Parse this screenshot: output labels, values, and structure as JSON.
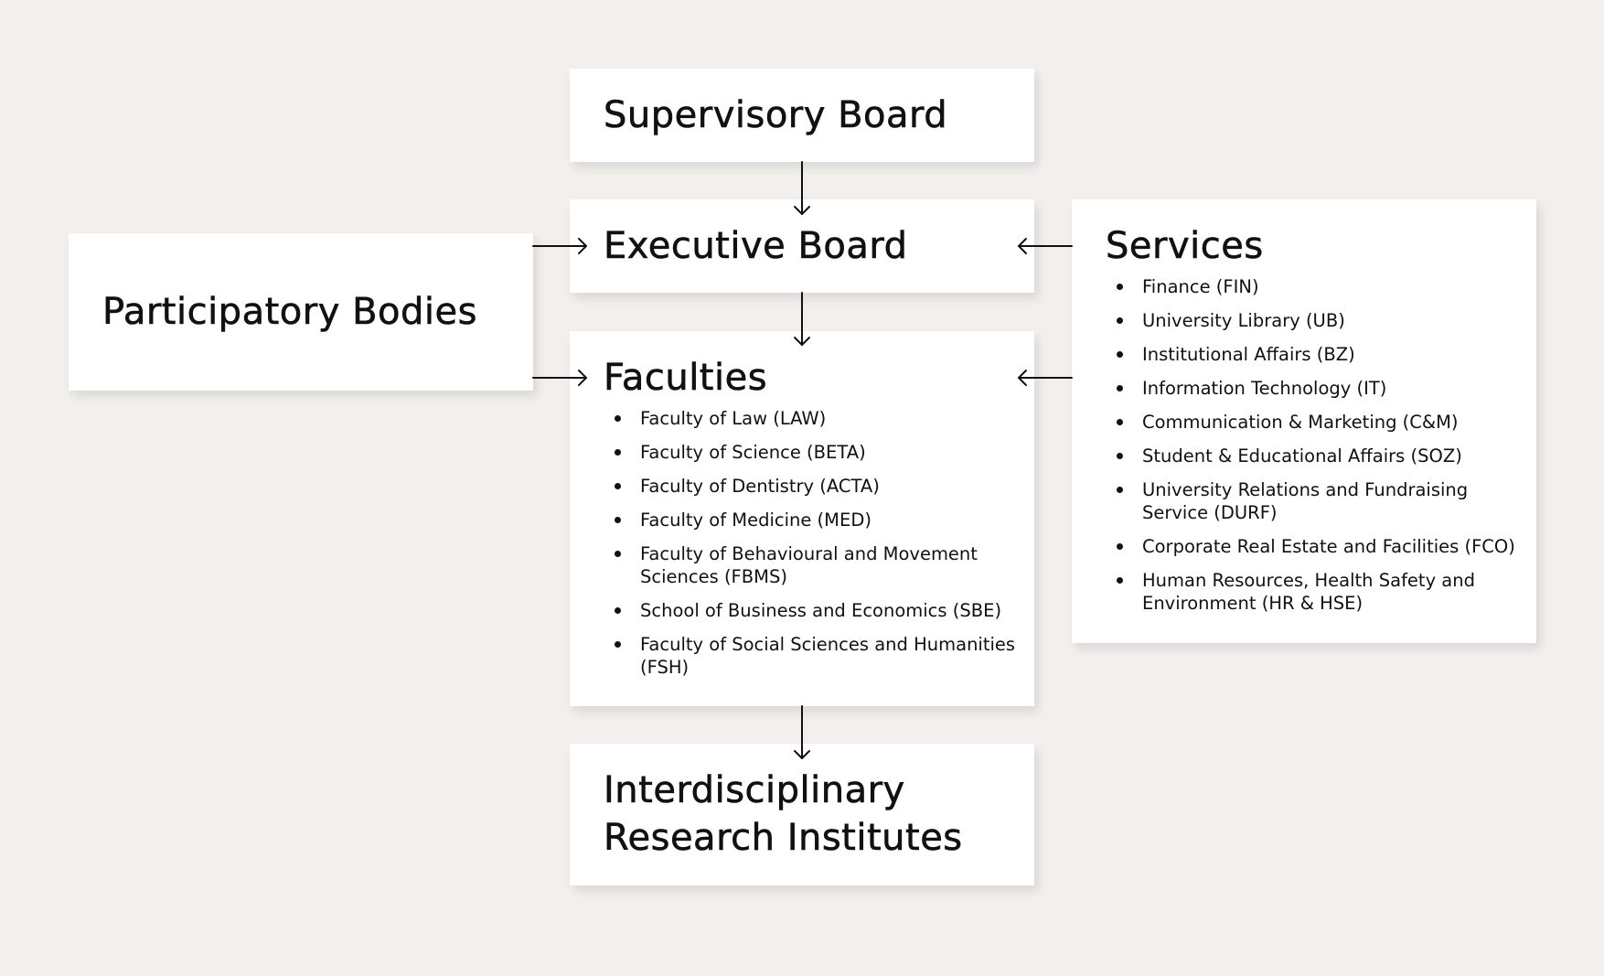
{
  "supervisory_board": {
    "title": "Supervisory Board"
  },
  "executive_board": {
    "title": "Executive Board"
  },
  "participatory_bodies": {
    "title": "Participatory Bodies"
  },
  "faculties": {
    "title": "Faculties",
    "items": [
      "Faculty of Law (LAW)",
      "Faculty of Science (BETA)",
      "Faculty of Dentistry (ACTA)",
      "Faculty of Medicine (MED)",
      "Faculty of Behavioural and Movement Sciences (FBMS)",
      "School of Business and Economics (SBE)",
      "Faculty of Social Sciences and Humanities (FSH)"
    ]
  },
  "services": {
    "title": "Services",
    "items": [
      "Finance (FIN)",
      "University Library (UB)",
      "Institutional Affairs (BZ)",
      "Information Technology (IT)",
      "Communication & Marketing (C&M)",
      "Student & Educational Affairs (SOZ)",
      "University Relations and Fundraising Service (DURF)",
      "Corporate Real Estate and Facilities (FCO)",
      "Human Resources, Health Safety and Environment (HR & HSE)"
    ]
  },
  "research_institutes": {
    "title": "Interdisciplinary Research Institutes"
  },
  "colors": {
    "background": "#f2efec",
    "box": "#ffffff",
    "text": "#111111",
    "connector": "#111111"
  }
}
